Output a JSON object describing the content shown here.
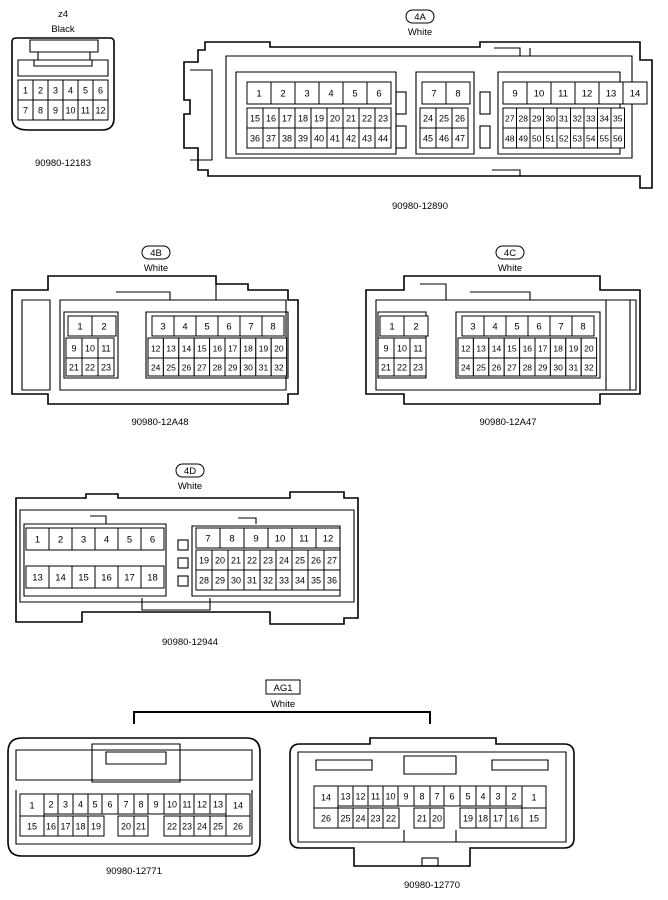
{
  "connectors": [
    {
      "id": "z4",
      "code": "z4",
      "color": "Black",
      "part": "90980-12183",
      "rows": [
        [
          "1",
          "2",
          "3",
          "4",
          "5",
          "6"
        ],
        [
          "7",
          "8",
          "9",
          "10",
          "11",
          "12"
        ]
      ]
    },
    {
      "id": "4A",
      "code": "4A",
      "color": "White",
      "part": "90980-12890",
      "groups": [
        {
          "rows": [
            [
              "1",
              "2",
              "3",
              "4",
              "5",
              "6"
            ],
            [
              "15",
              "16",
              "17",
              "18",
              "19",
              "20",
              "21",
              "22",
              "23"
            ],
            [
              "36",
              "37",
              "38",
              "39",
              "40",
              "41",
              "42",
              "43",
              "44"
            ]
          ]
        },
        {
          "rows": [
            [
              "7",
              "8"
            ],
            [
              "24",
              "25",
              "26"
            ],
            [
              "45",
              "46",
              "47"
            ]
          ]
        },
        {
          "rows": [
            [
              "9",
              "10",
              "11",
              "12",
              "13",
              "14"
            ],
            [
              "27",
              "28",
              "29",
              "30",
              "31",
              "32",
              "33",
              "34",
              "35"
            ],
            [
              "48",
              "49",
              "50",
              "51",
              "52",
              "53",
              "54",
              "55",
              "56"
            ]
          ]
        }
      ]
    },
    {
      "id": "4B",
      "code": "4B",
      "color": "White",
      "part": "90980-12A48",
      "groups": [
        {
          "rows": [
            [
              "1",
              "2"
            ],
            [
              "9",
              "10",
              "11"
            ],
            [
              "21",
              "22",
              "23"
            ]
          ]
        },
        {
          "rows": [
            [
              "3",
              "4",
              "5",
              "6",
              "7",
              "8"
            ],
            [
              "12",
              "13",
              "14",
              "15",
              "16",
              "17",
              "18",
              "19",
              "20"
            ],
            [
              "24",
              "25",
              "26",
              "27",
              "28",
              "29",
              "30",
              "31",
              "32"
            ]
          ]
        }
      ]
    },
    {
      "id": "4C",
      "code": "4C",
      "color": "White",
      "part": "90980-12A47",
      "groups": [
        {
          "rows": [
            [
              "1",
              "2"
            ],
            [
              "9",
              "10",
              "11"
            ],
            [
              "21",
              "22",
              "23"
            ]
          ]
        },
        {
          "rows": [
            [
              "3",
              "4",
              "5",
              "6",
              "7",
              "8"
            ],
            [
              "12",
              "13",
              "14",
              "15",
              "16",
              "17",
              "18",
              "19",
              "20"
            ],
            [
              "24",
              "25",
              "26",
              "27",
              "28",
              "29",
              "30",
              "31",
              "32"
            ]
          ]
        }
      ]
    },
    {
      "id": "4D",
      "code": "4D",
      "color": "White",
      "part": "90980-12944",
      "groups": [
        {
          "rows": [
            [
              "1",
              "2",
              "3",
              "4",
              "5",
              "6"
            ],
            [
              "13",
              "14",
              "15",
              "16",
              "17",
              "18"
            ]
          ]
        },
        {
          "rows": [
            [
              "7",
              "8",
              "9",
              "10",
              "11",
              "12"
            ],
            [
              "19",
              "20",
              "21",
              "22",
              "23",
              "24",
              "25",
              "26",
              "27"
            ],
            [
              "28",
              "29",
              "30",
              "31",
              "32",
              "33",
              "34",
              "35",
              "36"
            ]
          ]
        }
      ]
    }
  ],
  "ag1": {
    "code": "AG1",
    "color": "White",
    "left": {
      "part": "90980-12771",
      "top": [
        "1",
        "2",
        "3",
        "4",
        "5",
        "6",
        "7",
        "8",
        "9",
        "10",
        "11",
        "12",
        "13",
        "14"
      ],
      "bottom": [
        "15",
        "16",
        "17",
        "18",
        "19",
        "20",
        "21",
        "22",
        "23",
        "24",
        "25",
        "26"
      ]
    },
    "right": {
      "part": "90980-12770",
      "top": [
        "14",
        "13",
        "12",
        "11",
        "10",
        "9",
        "8",
        "7",
        "6",
        "5",
        "4",
        "3",
        "2",
        "1"
      ],
      "bottom": [
        "26",
        "25",
        "24",
        "23",
        "22",
        "21",
        "20",
        "19",
        "18",
        "17",
        "16",
        "15"
      ]
    }
  }
}
